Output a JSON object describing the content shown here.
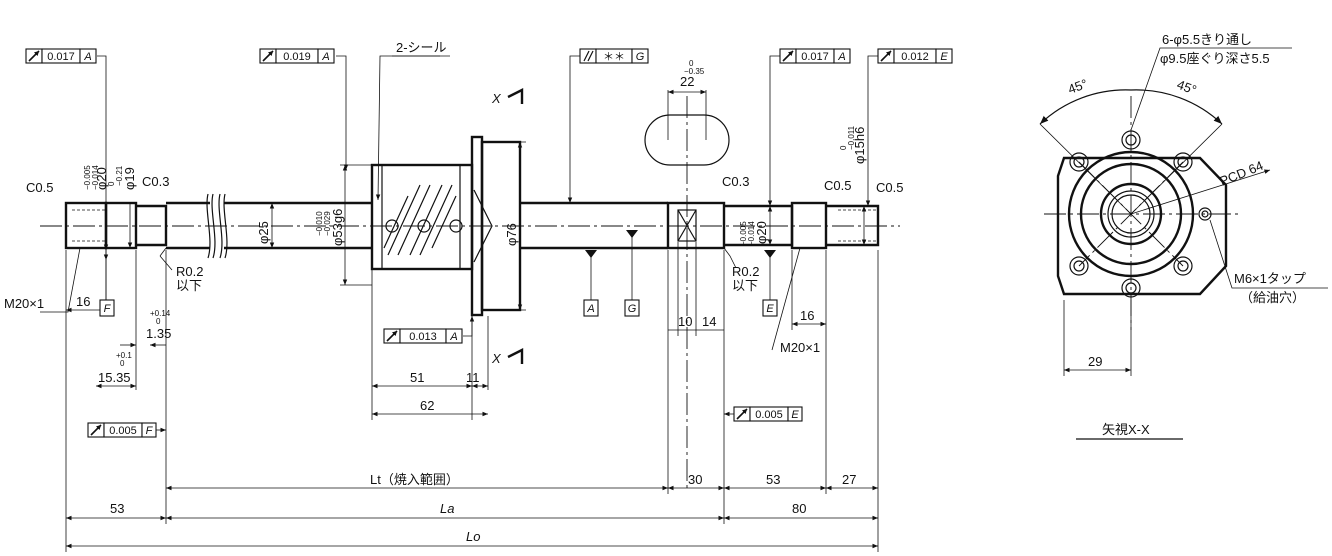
{
  "labels": {
    "seal": "2-シール",
    "view_x_top": "X",
    "view_x_bottom": "X",
    "view_title": "矢視X-X",
    "holes_1": "6-φ5.5きり通し",
    "holes_2": "φ9.5座ぐり深さ5.5",
    "pcd": "PCD 64",
    "tap_1": "M6×1タップ",
    "tap_2": "（給油穴）",
    "angle_left": "45°",
    "angle_right": "45°",
    "dim_29": "29",
    "c05_left": "C0.5",
    "c03_left": "C0.3",
    "c03_right": "C0.3",
    "c05_right_a": "C0.5",
    "c05_right_b": "C0.5",
    "r02_left_1": "R0.2",
    "r02_left_2": "以下",
    "r02_right_1": "R0.2",
    "r02_right_2": "以下",
    "m20_left": "M20×1",
    "m20_right": "M20×1",
    "phi25": "φ25",
    "phi53": "φ53g6",
    "phi53_tol_a": "−0.010",
    "phi53_tol_b": "−0.029",
    "phi76": "φ76",
    "phi20_left": "φ20",
    "phi20_left_tol_a": "−0.005",
    "phi20_left_tol_b": "−0.014",
    "phi19": "φ19",
    "phi19_tol_a": "0",
    "phi19_tol_b": "−0.21",
    "phi20_right": "φ20",
    "phi20_right_tol_a": "−0.005",
    "phi20_right_tol_b": "−0.014",
    "phi15": "φ15h6",
    "phi15_tol_a": "0",
    "phi15_tol_b": "−0.011",
    "key_22": "22",
    "key_22_tol_a": "0",
    "key_22_tol_b": "−0.35",
    "datum_a": "A",
    "datum_g": "G",
    "datum_e": "E",
    "datum_f": "F",
    "d16_left": "16",
    "d16_right": "16",
    "d135": "1.35",
    "d135_tol_a": "+0.14",
    "d135_tol_b": "0",
    "d1535": "15.35",
    "d1535_tol_a": "+0.1",
    "d1535_tol_b": "0",
    "d10": "10",
    "d14": "14",
    "d51": "51",
    "d11": "11",
    "d62": "62",
    "lt": "Lt（焼入範囲）",
    "d30": "30",
    "d53_right": "53",
    "d27": "27",
    "d53_left": "53",
    "la": "La",
    "d80": "80",
    "lo": "Lo"
  },
  "frames": {
    "f1": {
      "value": "0.017",
      "datum": "A"
    },
    "f2": {
      "value": "0.019",
      "datum": "A"
    },
    "f3": {
      "value": "＊＊",
      "datum": "G"
    },
    "f4": {
      "value": "0.017",
      "datum": "A"
    },
    "f5": {
      "value": "0.012",
      "datum": "E"
    },
    "f6": {
      "value": "0.013",
      "datum": "A"
    },
    "f7": {
      "value": "0.005",
      "datum": "F"
    },
    "f8": {
      "value": "0.005",
      "datum": "E"
    }
  }
}
